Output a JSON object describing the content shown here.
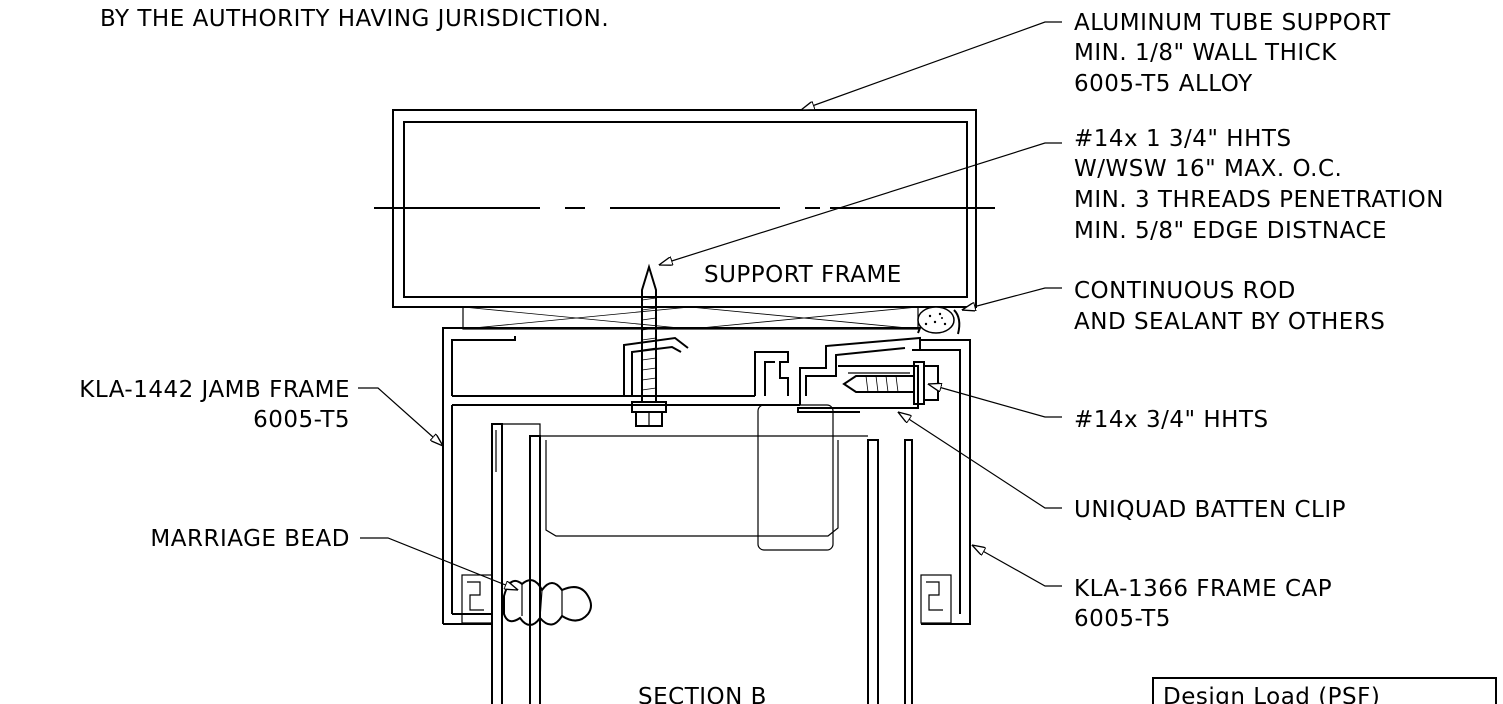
{
  "notes": {
    "authority": "BY THE AUTHORITY HAVING JURISDICTION."
  },
  "callouts": {
    "tube_support": [
      "ALUMINUM TUBE SUPPORT",
      "MIN. 1/8\" WALL THICK",
      "6005-T5 ALLOY"
    ],
    "screw_main": [
      "#14x 1 3/4\" HHTS",
      "W/WSW 16\" MAX. O.C.",
      "MIN. 3 THREADS PENETRATION",
      "MIN. 5/8\" EDGE DISTNACE"
    ],
    "continuous_rod": [
      "CONTINUOUS ROD",
      "AND SEALANT BY OTHERS"
    ],
    "screw_small": [
      "#14x 3/4\" HHTS"
    ],
    "batten_clip": [
      "UNIQUAD BATTEN CLIP"
    ],
    "frame_cap": [
      "KLA-1366 FRAME CAP",
      "6005-T5"
    ],
    "jamb_frame": [
      "KLA-1442 JAMB FRAME",
      "6005-T5"
    ],
    "marriage_bead": [
      "MARRIAGE BEAD"
    ]
  },
  "labels": {
    "support_frame": "SUPPORT FRAME",
    "section": "SECTION B"
  },
  "table": {
    "header": "Design Load (PSF)"
  }
}
